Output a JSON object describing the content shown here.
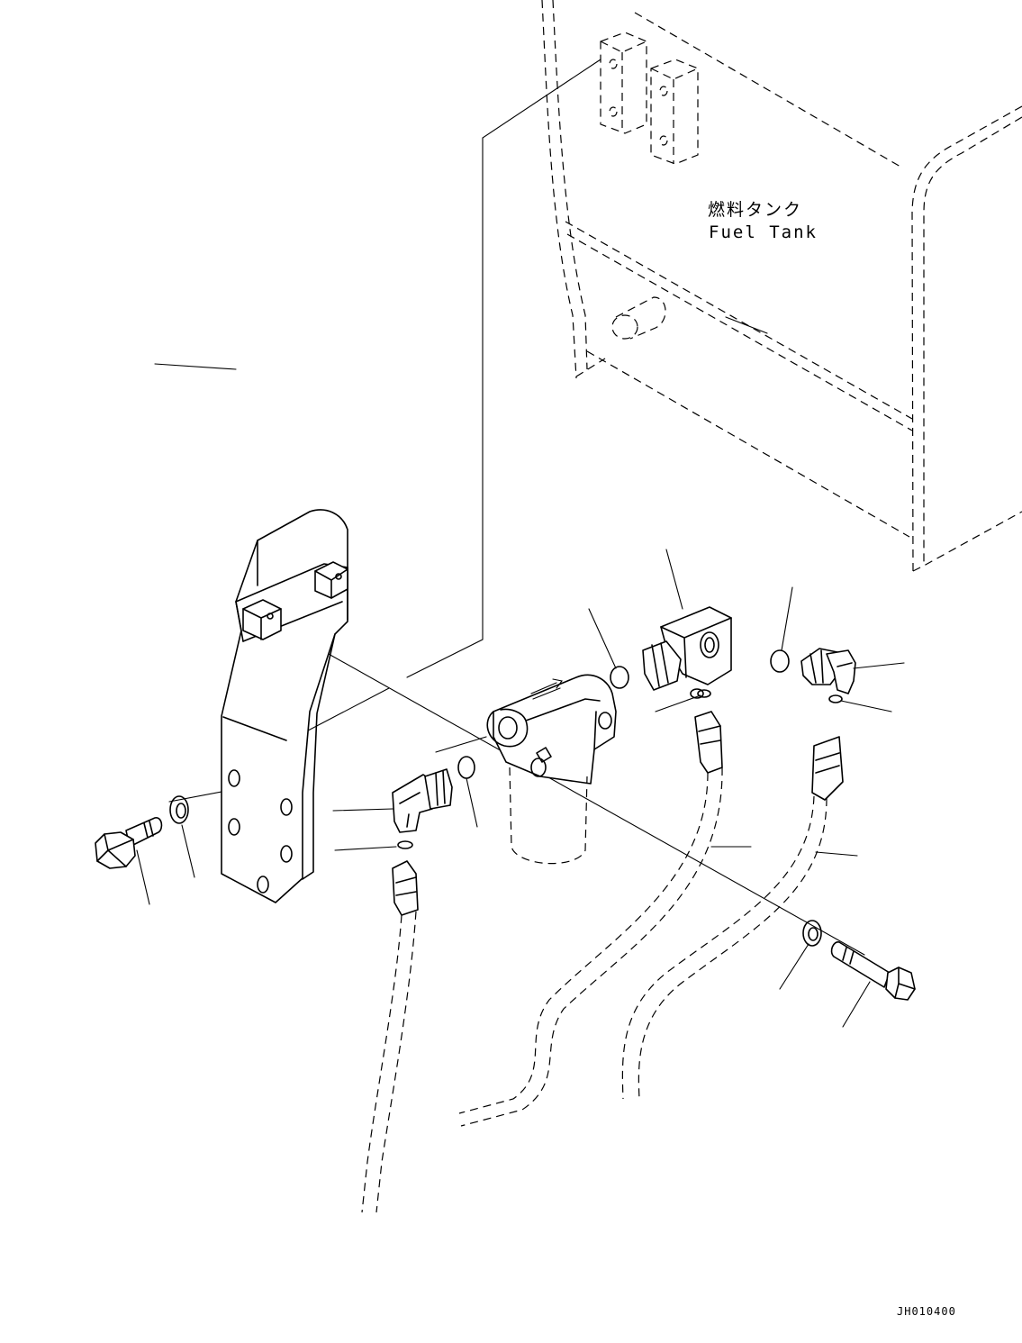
{
  "fuel_tank": {
    "label_jp": "燃料タンク",
    "label_en": "Fuel Tank"
  },
  "drawing_code": "JH010400"
}
